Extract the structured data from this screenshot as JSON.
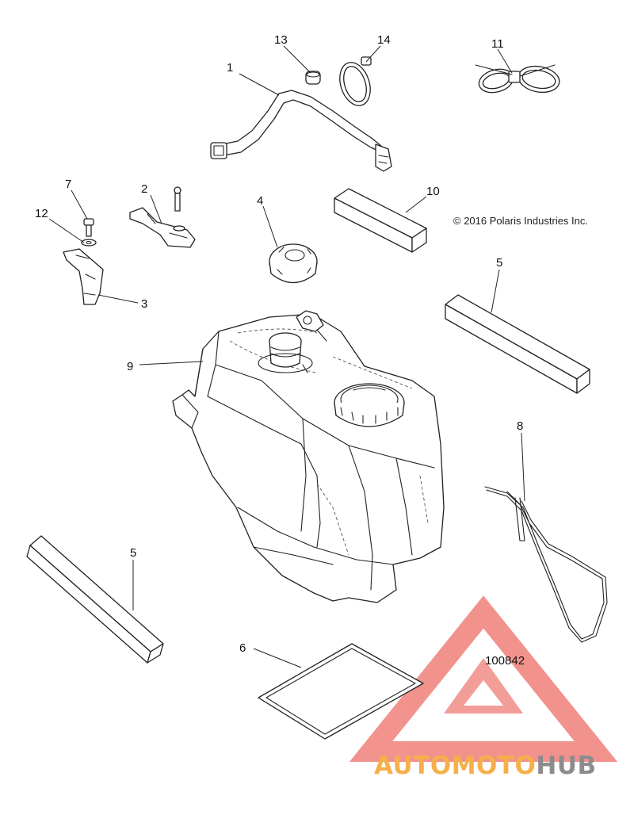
{
  "copyright": "© 2016 Polaris Industries Inc.",
  "reference_number": "100842",
  "watermark": {
    "part1": "AUTOMOTO",
    "part2": "HUB",
    "color_triangle": "#f0807a",
    "color_auto": "#f6b04a",
    "color_moto": "#f07e6e",
    "color_hub": "#8c8c8c"
  },
  "callouts": [
    {
      "id": "c1",
      "text": "1"
    },
    {
      "id": "c2",
      "text": "2"
    },
    {
      "id": "c3",
      "text": "3"
    },
    {
      "id": "c4",
      "text": "4"
    },
    {
      "id": "c5a",
      "text": "5"
    },
    {
      "id": "c5b",
      "text": "5"
    },
    {
      "id": "c6",
      "text": "6"
    },
    {
      "id": "c7",
      "text": "7"
    },
    {
      "id": "c8",
      "text": "8"
    },
    {
      "id": "c9",
      "text": "9"
    },
    {
      "id": "c10",
      "text": "10"
    },
    {
      "id": "c11",
      "text": "11"
    },
    {
      "id": "c12",
      "text": "12"
    },
    {
      "id": "c13",
      "text": "13"
    },
    {
      "id": "c14",
      "text": "14"
    }
  ]
}
